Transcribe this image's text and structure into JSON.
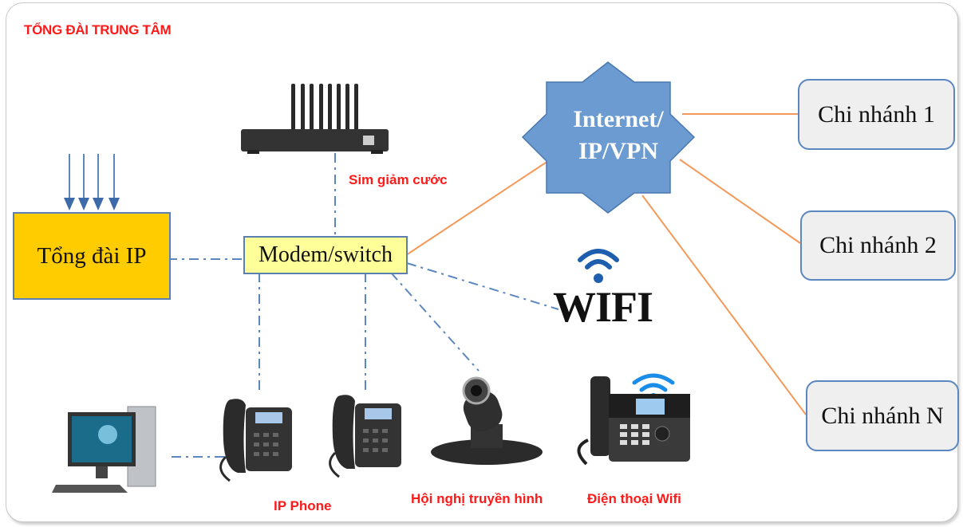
{
  "title": "TỔNG ĐÀI TRUNG TÂM",
  "nodes": {
    "pbx": "Tổng đài IP",
    "modem": "Modem/switch",
    "internet_line1": "Internet/",
    "internet_line2": "IP/VPN",
    "wifi": "WIFI",
    "branches": [
      "Chi nhánh 1",
      "Chi nhánh 2",
      "Chi nhánh N"
    ]
  },
  "labels": {
    "sim": "Sim giảm cước",
    "ip_phone": "IP Phone",
    "video_conf": "Hội nghị truyền hình",
    "wifi_phone": "Điện thoại Wifi"
  },
  "colors": {
    "title_red": "#ff1a1a",
    "pbx_fill": "#ffcc00",
    "modem_fill": "#ffff99",
    "internet_fill": "#6b9bd1",
    "wan_link": "#f39a5a",
    "lan_link": "#5b86c0",
    "branch_fill": "#efefef"
  },
  "icons": {
    "incoming_lines": "down-arrows-icon",
    "gsm_gateway": "gsm-gateway-icon",
    "computer": "desktop-computer-icon",
    "ip_phone": "desk-phone-icon",
    "camera": "conference-camera-icon",
    "wifi_signal": "wifi-signal-icon"
  }
}
